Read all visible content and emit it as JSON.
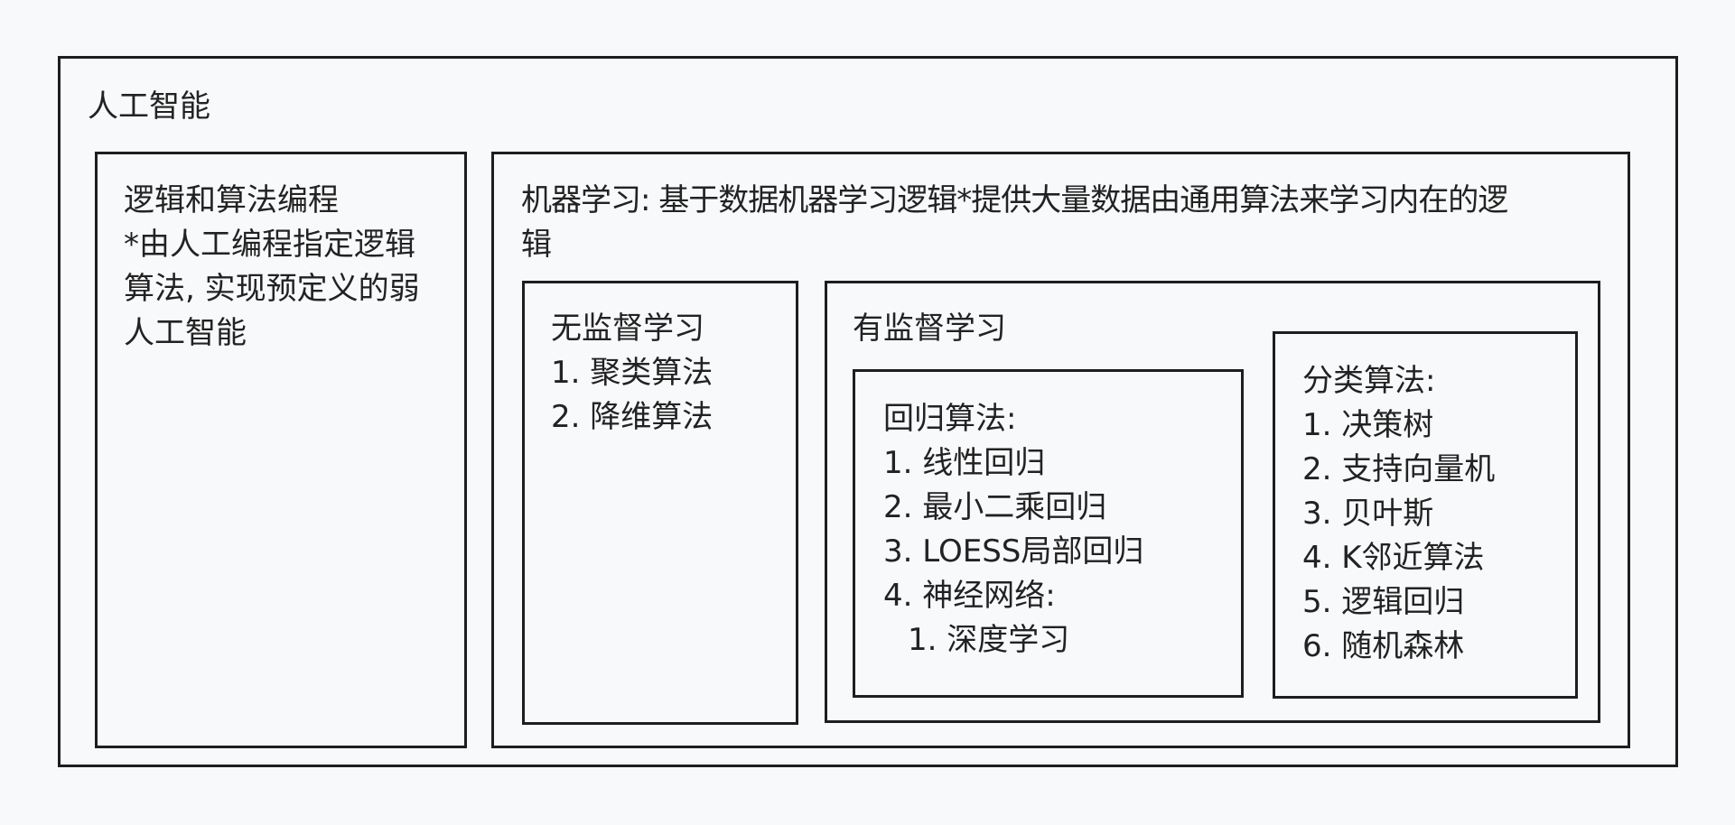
{
  "root": {
    "title": "人工智能"
  },
  "logic_programming": {
    "lines": [
      "逻辑和算法编程",
      "*由人工编程指定逻辑",
      "算法, 实现预定义的弱",
      "人工智能"
    ]
  },
  "machine_learning": {
    "lines": [
      "机器学习: 基于数据机器学习逻辑*提供大量数据由通用算法来学习内在的逻",
      "辑"
    ],
    "unsupervised": {
      "title": "无监督学习",
      "items": [
        "1. 聚类算法",
        "2. 降维算法"
      ]
    },
    "supervised": {
      "title": "有监督学习",
      "regression": {
        "title": "回归算法:",
        "items": [
          "1. 线性回归",
          "2. 最小二乘回归",
          "3. LOESS局部回归",
          "4. 神经网络:"
        ],
        "sub_items": [
          "1. 深度学习"
        ]
      },
      "classification": {
        "title": "分类算法:",
        "items": [
          "1. 决策树",
          "2. 支持向量机",
          "3. 贝叶斯",
          "4. K邻近算法",
          "5. 逻辑回归",
          "6. 随机森林"
        ]
      }
    }
  }
}
